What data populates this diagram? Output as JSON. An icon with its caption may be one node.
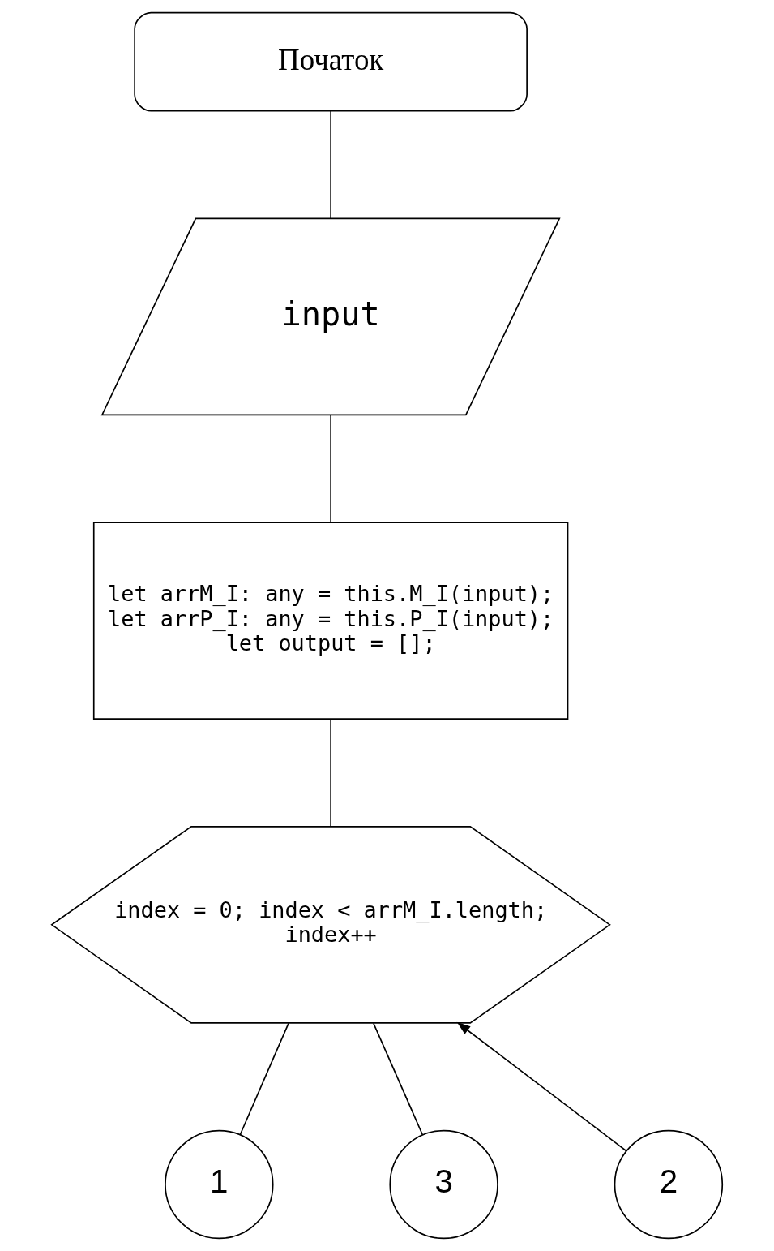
{
  "diagram": {
    "nodes": [
      {
        "text": [
          "Початок"
        ]
      },
      {
        "text": [
          "input"
        ]
      },
      {
        "text": [
          "let arrM_I: any = this.M_I(input); let arrP_I: any = this.P_I(input); let output = [];"
        ]
      },
      {
        "text": [
          "index = 0; index < arrM_I.length; index++"
        ]
      },
      {
        "text": [
          "2"
        ]
      },
      {
        "text": [
          "1"
        ]
      },
      {
        "text": [
          "3"
        ]
      }
    ],
    "edges": [
      {
        "from": 0,
        "to": 1,
        "arrow": "none"
      },
      {
        "from": 1,
        "to": 2,
        "arrow": "none"
      },
      {
        "from": 2,
        "to": 3,
        "arrow": "none"
      },
      {
        "from": 4,
        "to": 3,
        "arrow": "to"
      },
      {
        "from": 3,
        "to": 5,
        "arrow": "none"
      },
      {
        "from": 3,
        "to": 6,
        "arrow": "none"
      }
    ]
  }
}
